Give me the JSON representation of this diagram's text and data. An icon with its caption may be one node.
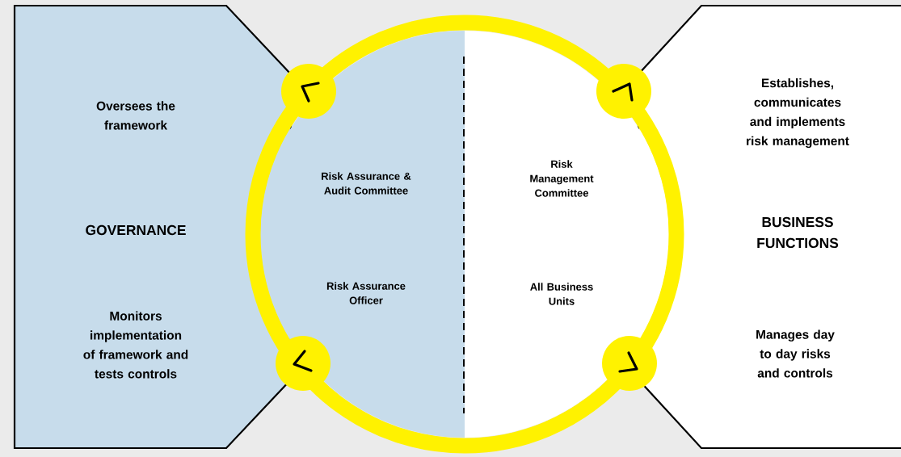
{
  "diagram": {
    "nodes": [
      {
        "text": [
          "Oversees the framework",
          "GOVERNANCE",
          "Monitors implementation of framework and tests controls"
        ]
      },
      {
        "text": [
          "Establishes, communicates and implements risk management",
          "BUSINESS FUNCTIONS",
          "Manages day to day risks and controls"
        ]
      },
      {
        "text": [
          "Risk Assurance & Audit Committee",
          "Risk Assurance Officer"
        ]
      },
      {
        "text": [
          "Risk Management Committee",
          "All Business Units"
        ]
      }
    ]
  }
}
